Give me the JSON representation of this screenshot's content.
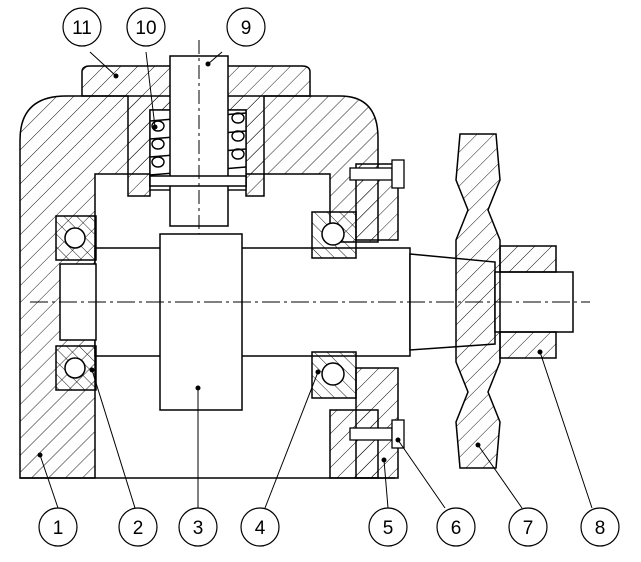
{
  "drawing": {
    "colors": {
      "line": "#000000",
      "hatch": "#000000",
      "background": "#ffffff"
    },
    "callouts": [
      {
        "id": "1",
        "label": "1"
      },
      {
        "id": "2",
        "label": "2"
      },
      {
        "id": "3",
        "label": "3"
      },
      {
        "id": "4",
        "label": "4"
      },
      {
        "id": "5",
        "label": "5"
      },
      {
        "id": "6",
        "label": "6"
      },
      {
        "id": "7",
        "label": "7"
      },
      {
        "id": "8",
        "label": "8"
      },
      {
        "id": "9",
        "label": "9"
      },
      {
        "id": "10",
        "label": "10"
      },
      {
        "id": "11",
        "label": "11"
      }
    ]
  }
}
